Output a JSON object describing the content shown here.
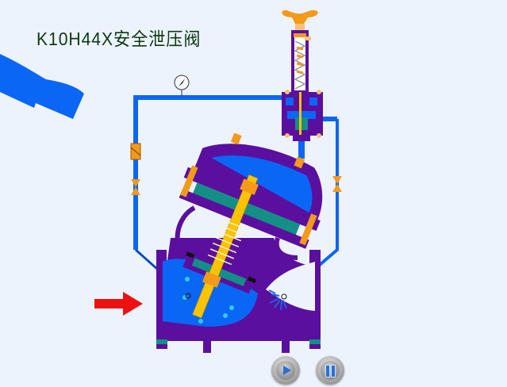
{
  "title": "K10H44X安全泄压阀",
  "diagram": {
    "subject": "safety pressure relief valve cross-section animation",
    "components": [
      {
        "name": "main-valve-body",
        "color": "#5b0f9e"
      },
      {
        "name": "pilot-relief-valve",
        "color": "#5b0f9e"
      },
      {
        "name": "adjusting-handwheel",
        "color": "#f39a1a"
      },
      {
        "name": "pressure-gauge",
        "color": "#222222"
      },
      {
        "name": "control-pipeline",
        "color": "#0a66f5"
      },
      {
        "name": "filter",
        "color": "#f39a1a"
      },
      {
        "name": "needle-valve-left",
        "color": "#f39a1a"
      },
      {
        "name": "needle-valve-right",
        "color": "#f39a1a"
      },
      {
        "name": "diaphragm-chamber",
        "color": "#0a66f5"
      },
      {
        "name": "valve-stem",
        "color": "#f9c300"
      },
      {
        "name": "spring",
        "color": "#f9c300"
      },
      {
        "name": "inlet-water",
        "color": "#0a66f5"
      },
      {
        "name": "flow-arrow",
        "color": "#ee1111"
      },
      {
        "name": "outlet-spray",
        "color": "#1a63e6"
      }
    ],
    "flow_direction": "left-to-right"
  },
  "controls": {
    "play_label": "play",
    "pause_label": "pause"
  },
  "colors": {
    "background": "#edf3fd",
    "title": "#0d3a12",
    "body": "#5b0f9e",
    "water": "#0a66f5",
    "brass": "#f39a1a",
    "stem": "#f9c300",
    "teal": "#138f86",
    "arrow": "#ee1111"
  }
}
